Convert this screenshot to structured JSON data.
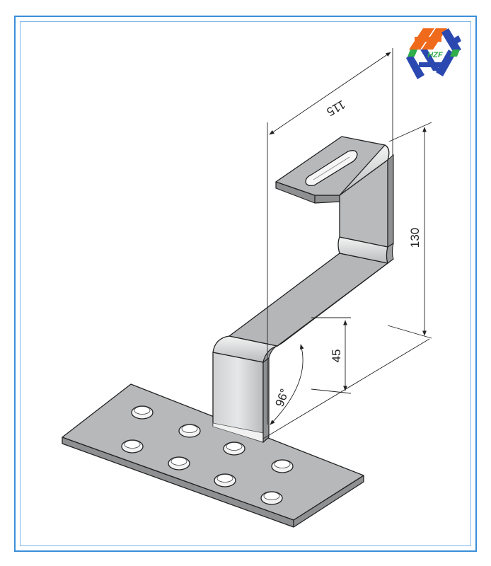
{
  "brand": {
    "logo_text": "HZF",
    "colors": {
      "orange": "#f06a1c",
      "blue": "#2a48b0",
      "green": "#2fae4a"
    }
  },
  "frame": {
    "border_color": "#3a8fd9"
  },
  "part": {
    "name_icon": "roof-hook-bracket",
    "metal_fill": "#b4b6b8",
    "metal_shade": "#8e9092",
    "metal_light": "#e2e3e4",
    "base_plate_holes": 8
  },
  "dimensions": {
    "width": "115",
    "height": "130",
    "offset": "45",
    "angle": "96°"
  }
}
